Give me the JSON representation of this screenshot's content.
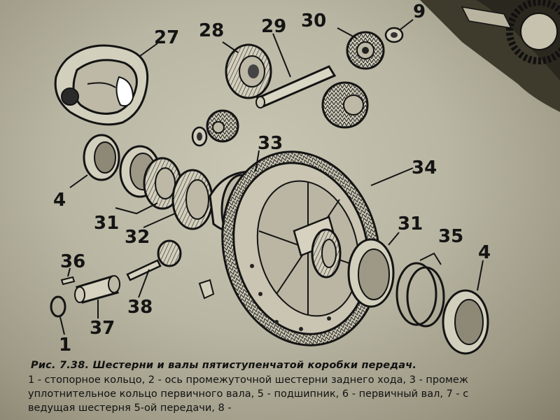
{
  "figure": {
    "part_labels": [
      "27",
      "28",
      "29",
      "30",
      "9",
      "33",
      "34",
      "4",
      "31",
      "32",
      "36",
      "37",
      "38",
      "1",
      "31",
      "35",
      "4"
    ]
  },
  "caption": {
    "title": "Рис. 7.38.  Шестерни  и  валы пятиступенчатой коробки передач.",
    "lines": [
      "1 - стопорное кольцо, 2 - ось промежуточной шестерни заднего хода, 3 - промеж",
      "уплотнительное кольцо первичного вала, 5 - подшипник, 6 - первичный вал, 7 - с",
      "ведущая шестерня 5-ой передачи, 8 -"
    ]
  },
  "colors": {
    "paper": "#c2bfad",
    "ink": "#141414",
    "background": "#6f6a54"
  }
}
